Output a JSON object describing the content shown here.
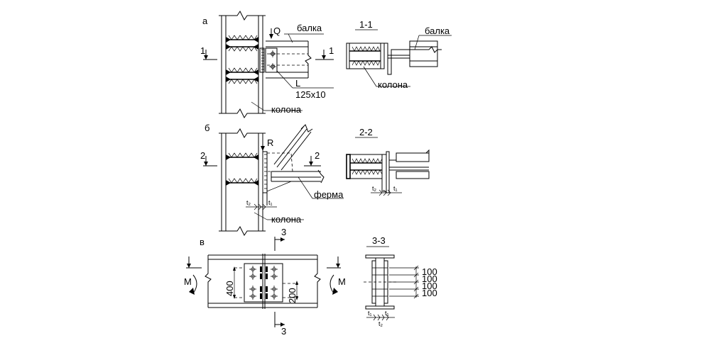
{
  "views": {
    "a": {
      "letter": "а",
      "load": "Q",
      "beam": "балка",
      "angle_shape": "L",
      "angle_size": "125x10",
      "column": "колона",
      "section_mark": "1"
    },
    "b": {
      "letter": "б",
      "reaction": "R",
      "truss": "ферма",
      "column": "колона",
      "section_mark": "2",
      "t1": "t₁",
      "t2": "t₂"
    },
    "v": {
      "letter": "в",
      "moment": "M",
      "dim_400": "400",
      "dim_200": "200",
      "section_mark": "3"
    }
  },
  "sections": {
    "s11": {
      "title": "1-1",
      "beam": "балка",
      "column": "колона"
    },
    "s22": {
      "title": "2-2",
      "t1": "t₁",
      "t2": "t₂"
    },
    "s33": {
      "title": "3-3",
      "spacing": [
        "100",
        "100",
        "100",
        "100"
      ],
      "t1a": "t₁",
      "t1b": "t₁",
      "t2": "t₂"
    }
  }
}
